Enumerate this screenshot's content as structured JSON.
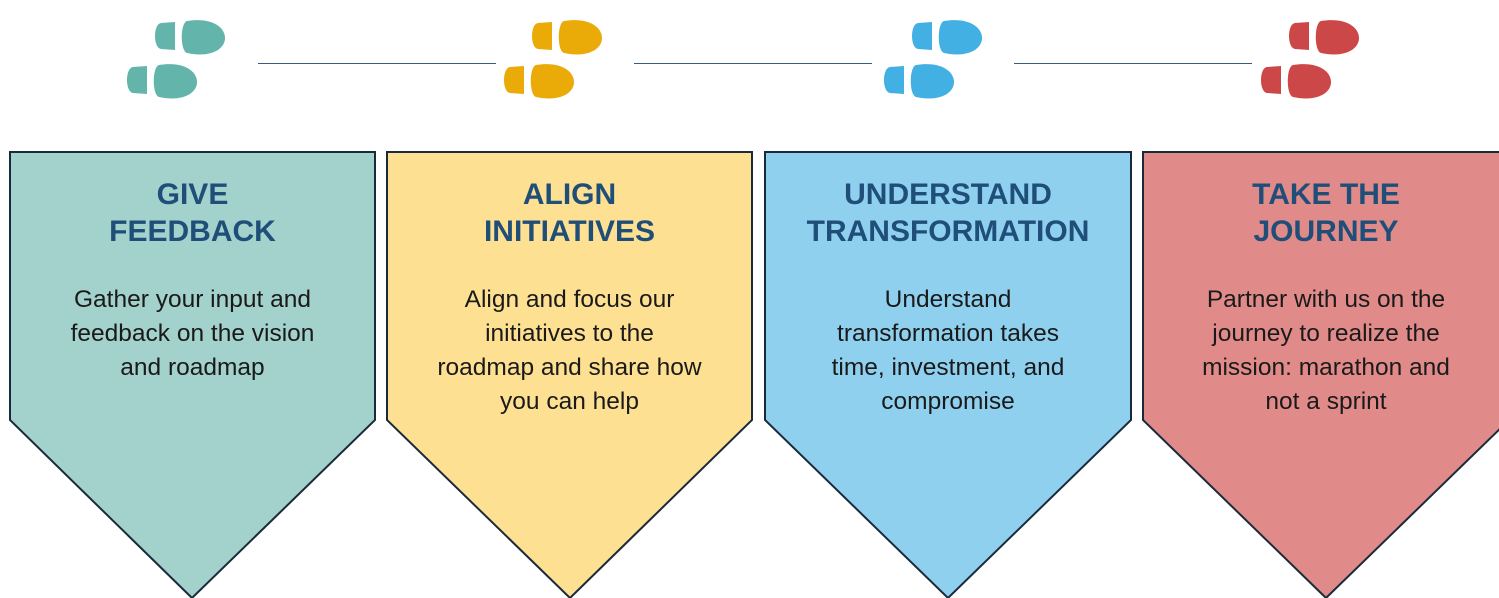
{
  "steps": [
    {
      "title_line1": "GIVE",
      "title_line2": "FEEDBACK",
      "desc_lines": [
        "Gather your input and",
        "feedback on the vision",
        "and roadmap"
      ],
      "fill": "#a3d1cb",
      "foot_color": "#63b4ab",
      "icon": "footprints-icon"
    },
    {
      "title_line1": "ALIGN",
      "title_line2": "INITIATIVES",
      "desc_lines": [
        "Align and focus our",
        "initiatives to the",
        "roadmap and share how",
        "you can help"
      ],
      "fill": "#fde091",
      "foot_color": "#eaaa08",
      "icon": "footprints-icon"
    },
    {
      "title_line1": "UNDERSTAND",
      "title_line2": "TRANSFORMATION",
      "desc_lines": [
        "Understand",
        "transformation takes",
        "time, investment, and",
        "compromise"
      ],
      "fill": "#8fd0ef",
      "foot_color": "#42b0e2",
      "icon": "footprints-icon"
    },
    {
      "title_line1": "TAKE THE",
      "title_line2": "JOURNEY",
      "desc_lines": [
        "Partner with us on the",
        "journey to realize the",
        "mission: marathon and",
        "not a sprint"
      ],
      "fill": "#e08b89",
      "foot_color": "#cc4748",
      "icon": "footprints-icon"
    }
  ],
  "colors": {
    "title": "#1f4e79",
    "outline": "#1a2a3a",
    "connector": "#3a5a7a"
  }
}
